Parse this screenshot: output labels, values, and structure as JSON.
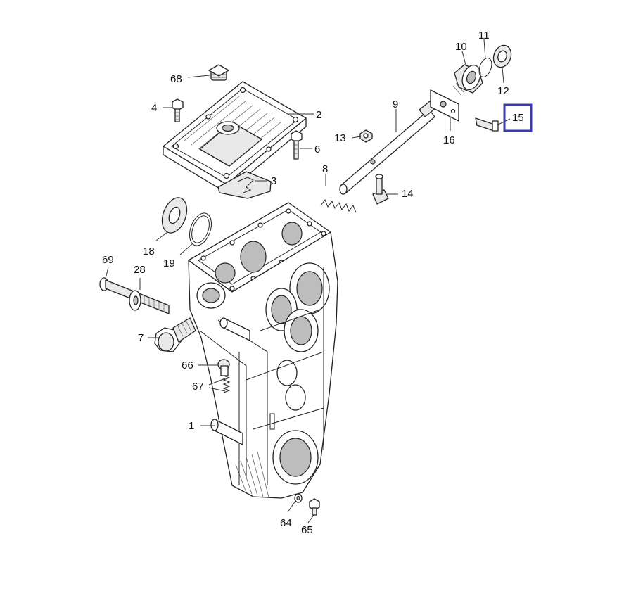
{
  "diagram": {
    "highlight_color": "#3a3aa8",
    "callouts": {
      "c1": "1",
      "c2": "2",
      "c3": "3",
      "c4": "4",
      "c6": "6",
      "c7": "7",
      "c8": "8",
      "c9": "9",
      "c10": "10",
      "c11": "11",
      "c12": "12",
      "c13": "13",
      "c14": "14",
      "c15": "15",
      "c16": "16",
      "c18": "18",
      "c19": "19",
      "c28": "28",
      "c64": "64",
      "c65": "65",
      "c66": "66",
      "c67": "67",
      "c68": "68",
      "c69": "69"
    }
  }
}
